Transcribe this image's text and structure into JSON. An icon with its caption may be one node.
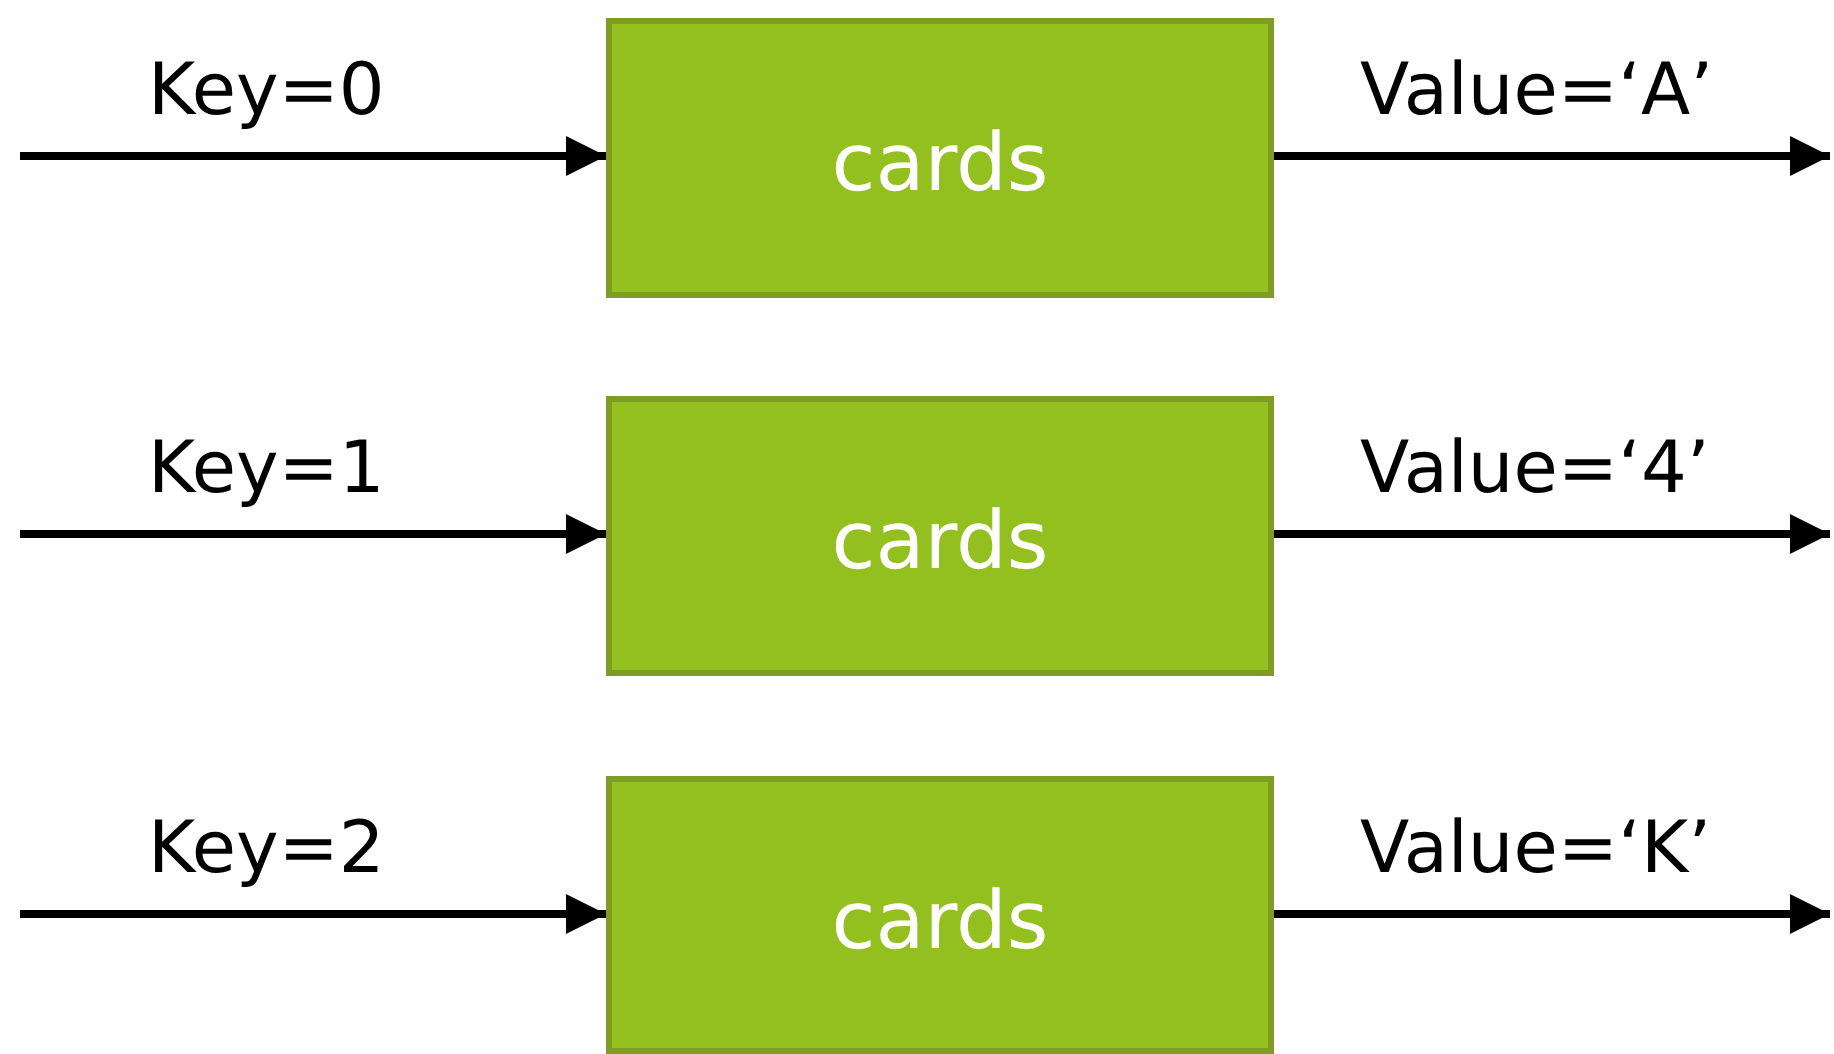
{
  "diagram": {
    "nodes": [
      {
        "text": [
          "cards"
        ]
      },
      {
        "text": [
          "cards"
        ]
      },
      {
        "text": [
          "cards"
        ]
      }
    ],
    "edges": [
      {
        "from": null,
        "to": 0,
        "arrow": "to",
        "label": "Key=0"
      },
      {
        "from": 0,
        "to": null,
        "arrow": "to",
        "label": "Value=‘A’"
      },
      {
        "from": null,
        "to": 1,
        "arrow": "to",
        "label": "Key=1"
      },
      {
        "from": 1,
        "to": null,
        "arrow": "to",
        "label": "Value=‘4’"
      },
      {
        "from": null,
        "to": 2,
        "arrow": "to",
        "label": "Key=2"
      },
      {
        "from": 2,
        "to": null,
        "arrow": "to",
        "label": "Value=‘K’"
      }
    ]
  }
}
